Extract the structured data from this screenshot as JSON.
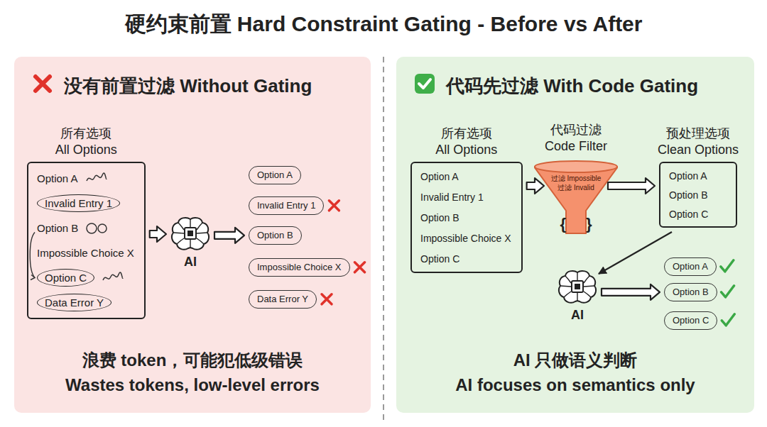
{
  "diagram": {
    "title": "硬约束前置 Hard Constraint Gating - Before vs After",
    "nodes": [
      {
        "text": [
          "没有前置过滤 Without Gating",
          "浪费 token，可能犯低级错误",
          "Wastes tokens, low-level errors"
        ]
      },
      {
        "text": [
          "所有选项",
          "All Options",
          "Option A",
          "Invalid Entry 1",
          "Option B",
          "Impossible Choice X",
          "Option C",
          "Data Error Y"
        ],
        "in": 0
      },
      {
        "text": [
          "AI"
        ],
        "in": 0
      },
      {
        "text": [
          "Option A"
        ],
        "in": 0
      },
      {
        "text": [
          "Invalid Entry 1"
        ],
        "in": 0
      },
      {
        "text": [
          "Option B"
        ],
        "in": 0
      },
      {
        "text": [
          "Impossible Choice X"
        ],
        "in": 0
      },
      {
        "text": [
          "Data Error Y"
        ],
        "in": 0
      },
      {
        "text": [
          "代码先过滤 With Code Gating",
          "AI 只做语义判断",
          "AI focuses on semantics only"
        ]
      },
      {
        "text": [
          "所有选项",
          "All Options",
          "Option A",
          "Invalid Entry 1",
          "Option B",
          "Impossible Choice X",
          "Option C"
        ],
        "in": 8
      },
      {
        "text": [
          "代码过滤",
          "Code Filter",
          "过滤 Impossible",
          "过滤 Invalid",
          "{ }"
        ],
        "in": 8
      },
      {
        "text": [
          "预处理选项",
          "Clean Options",
          "Option A",
          "Option B",
          "Option C"
        ],
        "in": 8
      },
      {
        "text": [
          "AI"
        ],
        "in": 8
      },
      {
        "text": [
          "Option A"
        ],
        "in": 8
      },
      {
        "text": [
          "Option B"
        ],
        "in": 8
      },
      {
        "text": [
          "Option C"
        ],
        "in": 8
      }
    ],
    "edges": [
      {
        "from": 1,
        "to": 2,
        "arrow": "to"
      },
      {
        "from": 2,
        "to": 5,
        "arrow": "to"
      },
      {
        "from": 9,
        "to": 10,
        "arrow": "to"
      },
      {
        "from": 10,
        "to": 11,
        "arrow": "to"
      },
      {
        "from": 11,
        "to": 12,
        "arrow": "to"
      },
      {
        "from": 12,
        "to": 14,
        "arrow": "to"
      }
    ]
  }
}
